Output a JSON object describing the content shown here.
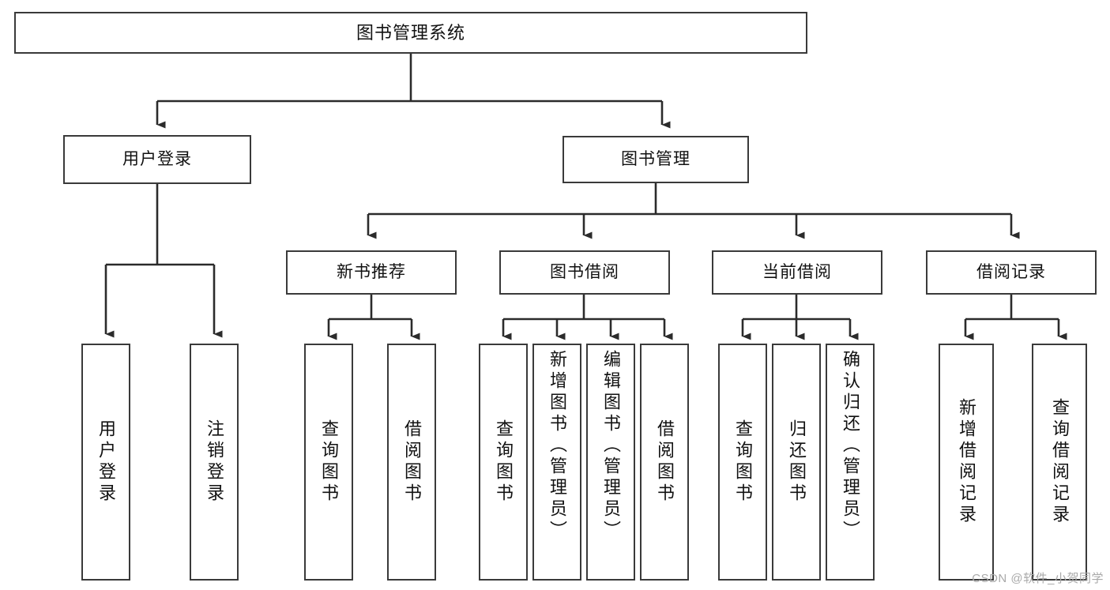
{
  "diagram": {
    "title": "图书管理系统",
    "watermark": "CSDN @软件_小贺同学",
    "colors": {
      "box_border": "#3a3a3a",
      "box_fill": "#ffffff",
      "connector": "#2b2b2b",
      "text": "#111111",
      "watermark": "#a9a9a9",
      "background": "#ffffff"
    },
    "levels": {
      "root_label": "图书管理系统",
      "level2": [
        "用户登录",
        "图书管理"
      ],
      "level3": [
        "新书推荐",
        "图书借阅",
        "当前借阅",
        "借阅记录"
      ]
    },
    "nodes": {
      "root": {
        "label": "图书管理系统"
      },
      "user_login": {
        "label": "用户登录"
      },
      "book_manage": {
        "label": "图书管理"
      },
      "new_book_rec": {
        "label": "新书推荐"
      },
      "book_borrow": {
        "label": "图书借阅"
      },
      "current_borrow": {
        "label": "当前借阅"
      },
      "borrow_record": {
        "label": "借阅记录"
      }
    },
    "leaves": {
      "user_login": [
        {
          "label": "用户登录"
        },
        {
          "label": "注销登录"
        }
      ],
      "new_book_rec": [
        {
          "label": "查询图书"
        },
        {
          "label": "借阅图书"
        }
      ],
      "book_borrow": [
        {
          "label": "查询图书"
        },
        {
          "label": "新增图书（管理员）"
        },
        {
          "label": "编辑图书（管理员）"
        },
        {
          "label": "借阅图书"
        }
      ],
      "current_borrow": [
        {
          "label": "查询图书"
        },
        {
          "label": "归还图书"
        },
        {
          "label": "确认归还（管理员）"
        }
      ],
      "borrow_record": [
        {
          "label": "新增借阅记录"
        },
        {
          "label": "查询借阅记录"
        }
      ]
    }
  }
}
